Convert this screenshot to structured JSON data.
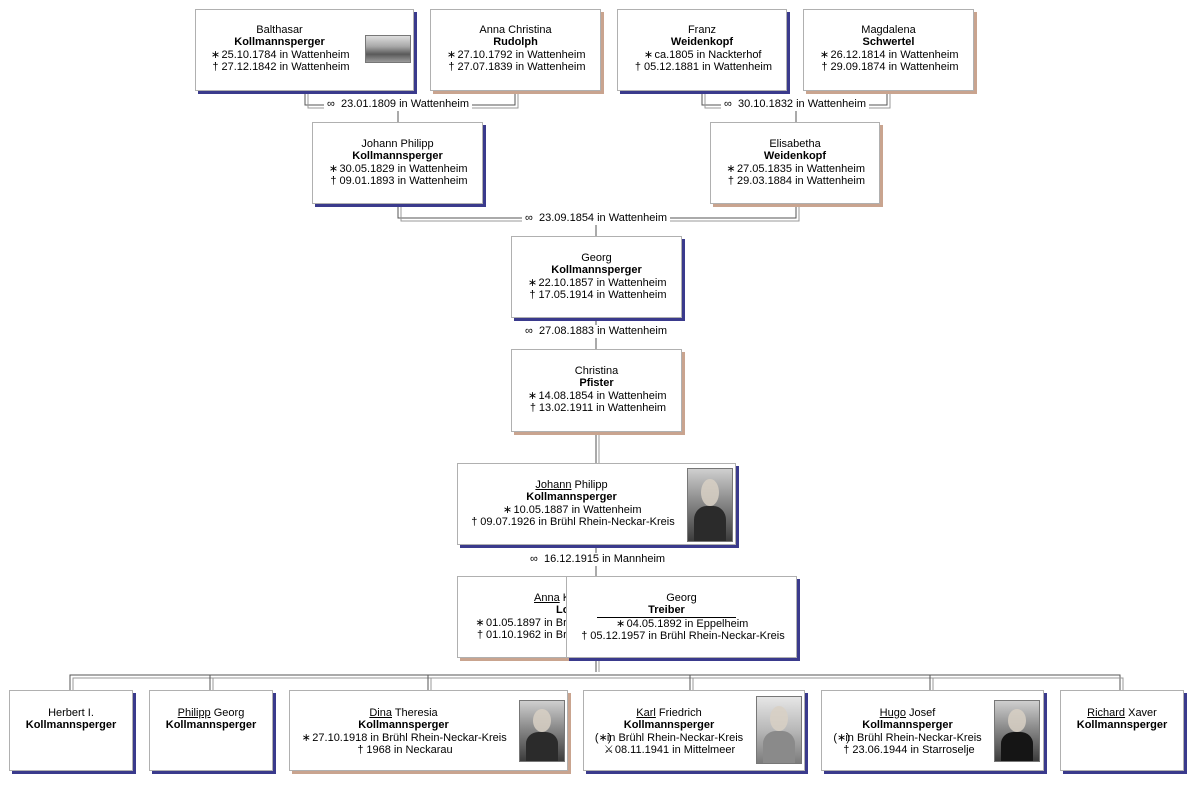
{
  "symbols": {
    "born": "∗",
    "died": "†",
    "marriage": "∞",
    "baptized": "(∗)",
    "fallen": "⚔"
  },
  "gen1": {
    "p1": {
      "first": "Balthasar",
      "last": "Kollmannsperger",
      "born": "25.10.1784 in Wattenheim",
      "died": "27.12.1842 in Wattenheim"
    },
    "p2": {
      "first": "Anna Christina",
      "last": "Rudolph",
      "born": "27.10.1792 in Wattenheim",
      "died": "27.07.1839 in Wattenheim"
    },
    "p3": {
      "first": "Franz",
      "last": "Weidenkopf",
      "born": "ca.1805 in Nackterhof",
      "died": "05.12.1881 in Wattenheim"
    },
    "p4": {
      "first": "Magdalena",
      "last": "Schwertel",
      "born": "26.12.1814 in Wattenheim",
      "died": "29.09.1874 in Wattenheim"
    }
  },
  "marriages": {
    "m1": "23.01.1809 in Wattenheim",
    "m2": "30.10.1832 in Wattenheim",
    "m3": "23.09.1854 in Wattenheim",
    "m4": "27.08.1883 in Wattenheim",
    "m5": "16.12.1915 in Mannheim"
  },
  "gen2": {
    "p1": {
      "first": "Johann Philipp",
      "last": "Kollmannsperger",
      "born": "30.05.1829 in Wattenheim",
      "died": "09.01.1893 in Wattenheim"
    },
    "p2": {
      "first": "Elisabetha",
      "last": "Weidenkopf",
      "born": "27.05.1835 in Wattenheim",
      "died": "29.03.1884 in Wattenheim"
    }
  },
  "georg": {
    "first": "Georg",
    "last": "Kollmannsperger",
    "born": "22.10.1857 in Wattenheim",
    "died": "17.05.1914 in Wattenheim"
  },
  "christina": {
    "first": "Christina",
    "last": "Pfister",
    "born": "14.08.1854 in Wattenheim",
    "died": "13.02.1911 in Wattenheim"
  },
  "johann": {
    "call": "Johann",
    "rest": " Philipp",
    "last": "Kollmannsperger",
    "born": "10.05.1887 in Wattenheim",
    "died": "09.07.1926 in Brühl Rhein-Neckar-Kreis"
  },
  "anna": {
    "call": "Anna",
    "rest": " K",
    "last": "Lo",
    "born": "01.05.1897 in Brü",
    "died": "01.10.1962 in Brü"
  },
  "treiber": {
    "first": "Georg",
    "last": "Treiber",
    "born": "04.05.1892 in Eppelheim",
    "died": "05.12.1957 in Brühl Rhein-Neckar-Kreis"
  },
  "children": {
    "c1": {
      "first": "Herbert I.",
      "last": "Kollmannsperger"
    },
    "c2": {
      "call": "Philipp",
      "rest": " Georg",
      "last": "Kollmannsperger"
    },
    "c3": {
      "call": "Dina",
      "rest": " Theresia",
      "last": "Kollmannsperger",
      "born": "27.10.1918 in Brühl Rhein-Neckar-Kreis",
      "died": "1968 in Neckarau"
    },
    "c4": {
      "call": "Karl",
      "rest": " Friedrich",
      "last": "Kollmannsperger",
      "baptized": "in Brühl Rhein-Neckar-Kreis",
      "fallen": "08.11.1941 in Mittelmeer"
    },
    "c5": {
      "call": "Hugo",
      "rest": " Josef",
      "last": "Kollmannsperger",
      "baptized": "in Brühl Rhein-Neckar-Kreis",
      "died": "23.06.1944 in Starroselje"
    },
    "c6": {
      "call": "Richard",
      "rest": " Xaver",
      "last": "Kollmannsperger"
    }
  }
}
